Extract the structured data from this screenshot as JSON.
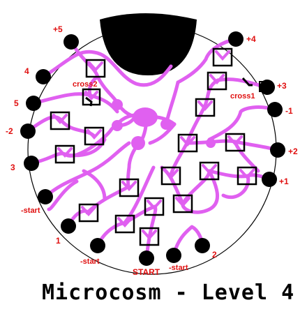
{
  "level_title": "Microcosm - Level 4",
  "pins": [
    {
      "id": "+5",
      "label": "+5"
    },
    {
      "id": "+4",
      "label": "+4"
    },
    {
      "id": "+3",
      "label": "+3"
    },
    {
      "id": "-1",
      "label": "-1"
    },
    {
      "id": "+2",
      "label": "+2"
    },
    {
      "id": "+1",
      "label": "+1"
    },
    {
      "id": "2",
      "label": "2"
    },
    {
      "id": "-start-b",
      "label": "-start"
    },
    {
      "id": "START",
      "label": "START"
    },
    {
      "id": "-start-c",
      "label": "-start"
    },
    {
      "id": "1",
      "label": "1"
    },
    {
      "id": "-start-a",
      "label": "-start"
    },
    {
      "id": "3",
      "label": "3"
    },
    {
      "id": "-2",
      "label": "-2"
    },
    {
      "id": "5",
      "label": "5"
    },
    {
      "id": "4",
      "label": "4"
    }
  ],
  "crossings": [
    {
      "id": "cross1",
      "label": "cross1"
    },
    {
      "id": "cross2",
      "label": "cross2"
    }
  ],
  "colors": {
    "wire": "#e060f0",
    "pin": "#000000",
    "label": "#e01010",
    "gate": "#000000",
    "background": "#ffffff"
  }
}
